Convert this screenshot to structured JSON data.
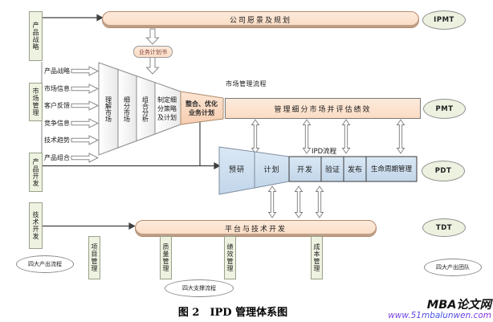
{
  "colors": {
    "peach": "#fbdcc4",
    "peach-light": "#fdeadb",
    "peach-border": "#b5886b",
    "green": "#eef2e0",
    "green-border": "#98a18a",
    "oval-green": "#edf1e0",
    "oval-border": "#8f8f8f",
    "blue": "#ccdeef",
    "blue-border": "#7d8da0",
    "line": "#3f3f3f",
    "wm-magenta": "#c233c2"
  },
  "left_processes": [
    "产品战略",
    "市场管理",
    "产品开发",
    "技术开发"
  ],
  "vision_box": "公司愿景及规划",
  "business_plan": "业务计划书",
  "market_inputs": [
    "产品战略",
    "市场信息",
    "客户反馈",
    "竞争信息",
    "技术趋势",
    "产品组合"
  ],
  "market_funnel_stages": [
    "理解市场",
    "细分市场",
    "组合分析",
    "制定细分策略及计划",
    "整合、优化业务计划"
  ],
  "labels": {
    "market_process": "市场管理流程",
    "ipd_process": "IPD流程"
  },
  "manage_box": "管理细分市场并评估绩效",
  "ipd_stages": [
    "预研",
    "计划",
    "开发",
    "验证",
    "发布",
    "生命周期管理"
  ],
  "platform_box": "平台与技术开发",
  "teams": [
    "IPMT",
    "PMT",
    "PDT",
    "TDT"
  ],
  "support_processes": [
    "项目管理",
    "质量管理",
    "绩效管理",
    "成本管理"
  ],
  "group_ovals": {
    "left": "四大产出流程",
    "bottom": "四大支撑流程",
    "right": "四大产出团队"
  },
  "caption": "图 2　IPD 管理体系图",
  "watermark": {
    "site": "MBA论文网",
    "url": "www.51mbalunwen.com"
  }
}
